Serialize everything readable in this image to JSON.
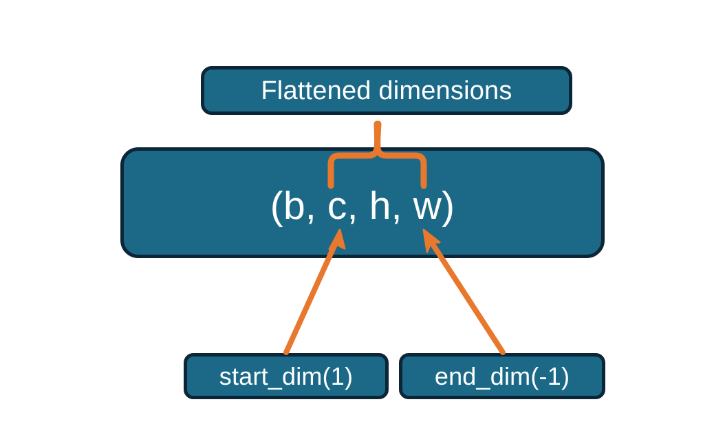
{
  "diagram": {
    "title_node": {
      "label": "Flattened dimensions",
      "name": "flattened-dimensions-box"
    },
    "tensor_node": {
      "label": "(b, c, h, w)",
      "name": "tensor-shape-box"
    },
    "param_nodes": [
      {
        "label": "start_dim(1)",
        "name": "start-dim-box"
      },
      {
        "label": "end_dim(-1)",
        "name": "end-dim-box"
      }
    ],
    "connectors": [
      {
        "name": "brace-to-flattened-dimensions",
        "kind": "curly-brace-with-pointer"
      },
      {
        "name": "arrow-start-dim-to-c",
        "kind": "arrow"
      },
      {
        "name": "arrow-end-dim-to-w",
        "kind": "arrow"
      }
    ],
    "colors": {
      "box_fill": "#1b6887",
      "box_border": "#0c2637",
      "text": "#ffffff",
      "connector": "#e8782d",
      "background": "#ffffff"
    }
  }
}
